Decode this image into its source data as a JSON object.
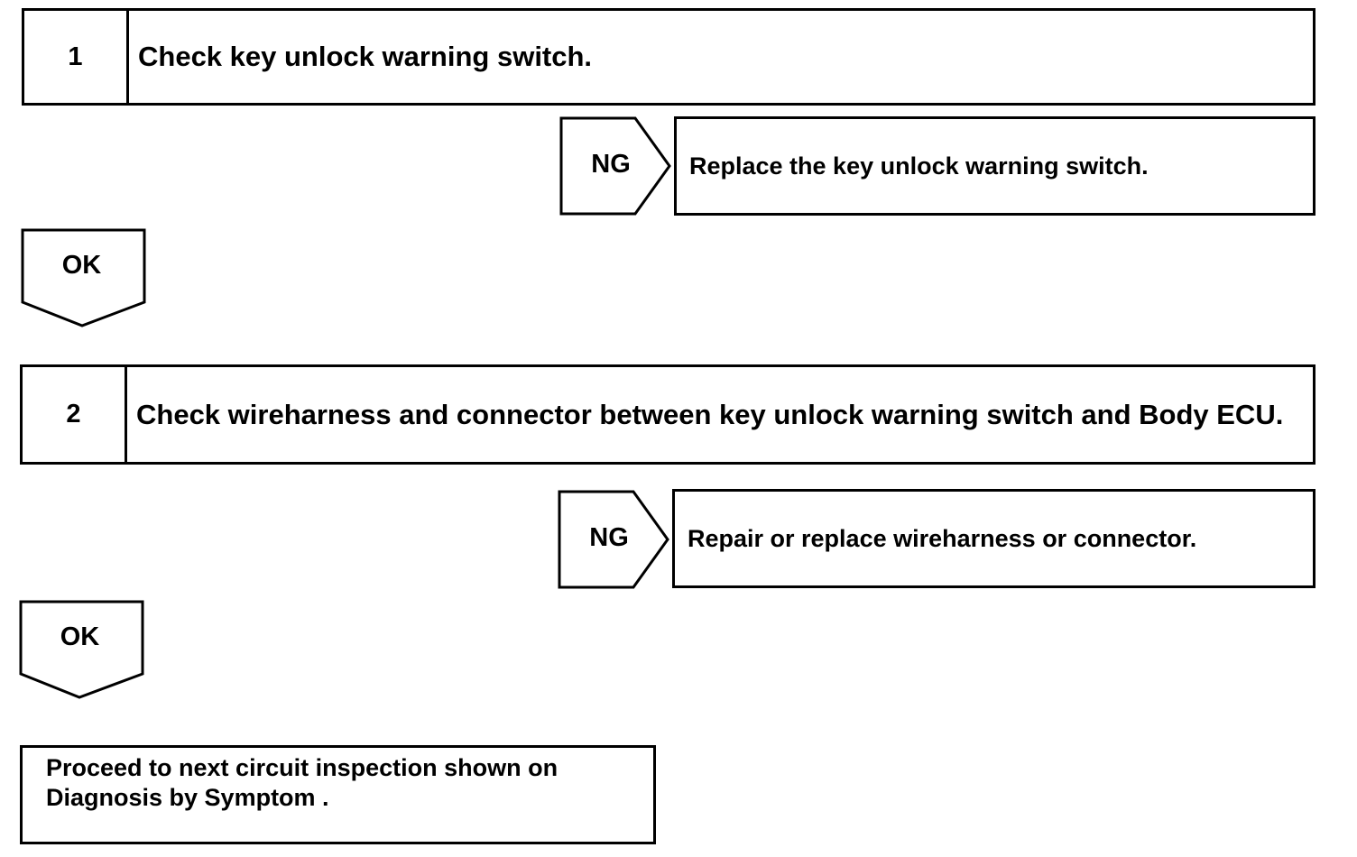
{
  "steps": [
    {
      "number": "1",
      "text": "Check key unlock warning switch.",
      "ng_label": "NG",
      "ng_action": "Replace the key unlock warning switch.",
      "ok_label": "OK"
    },
    {
      "number": "2",
      "text": "Check wireharness and connector between key unlock warning switch and Body ECU.",
      "ng_label": "NG",
      "ng_action": "Repair or replace wireharness or connector.",
      "ok_label": "OK"
    }
  ],
  "final": {
    "text": "Proceed to next circuit inspection shown on Diagnosis by Symptom ."
  }
}
